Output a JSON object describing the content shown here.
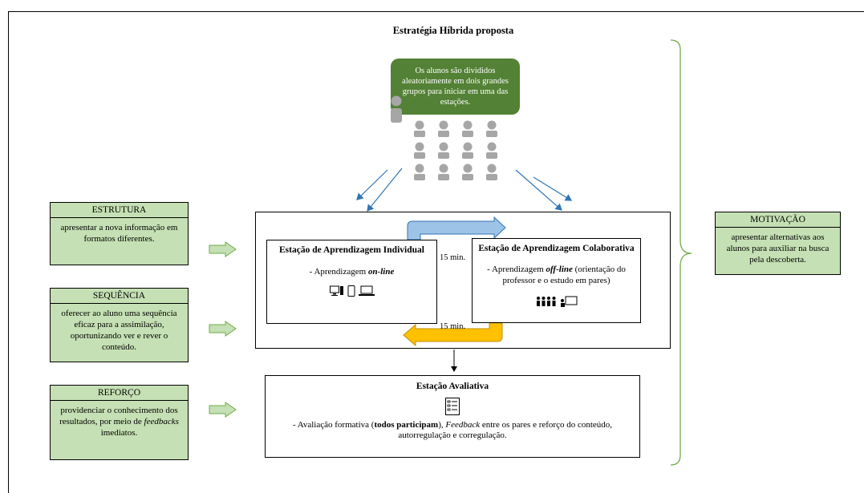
{
  "title": "Estratégia Híbrida proposta",
  "top_note": "Os alunos são divididos aleatoriamente em dois grandes grupos para iniciar em uma das estações.",
  "left_boxes": [
    {
      "header": "ESTRUTURA",
      "body": "apresentar a nova informação em formatos diferentes."
    },
    {
      "header": "SEQUÊNCIA",
      "body": "oferecer ao aluno uma sequência eficaz para a assimilação, oportunizando ver e rever o conteúdo."
    },
    {
      "header": "REFORÇO",
      "body_pre": "providenciar o conhecimento dos resultados, por meio de ",
      "body_em": "feedbacks",
      "body_post": " imediatos."
    }
  ],
  "right_box": {
    "header": "MOTIVAÇÃO",
    "body": "apresentar alternativas aos alunos para auxiliar na busca pela descoberta."
  },
  "individual": {
    "title": "Estação de Aprendizagem Individual",
    "line_pre": "- Aprendizagem ",
    "line_em": "on-line"
  },
  "colaborativa": {
    "title": "Estação de Aprendizagem Colaborativa",
    "line_pre": "- Aprendizagem ",
    "line_em": "off-line",
    "line_post": " (orientação do professor e o estudo em pares)"
  },
  "time_top": "15 min.",
  "time_bottom": "15 min.",
  "avaliativa": {
    "title": "Estação Avaliativa",
    "t1": "- Avaliação formativa (",
    "t2": "todos participam",
    "t3": "), ",
    "t4": "Feedback",
    "t5": " entre os pares e reforço do conteúdo, autorregulação e corregulação."
  },
  "colors": {
    "green_dark": "#538135",
    "green_light": "#c5e0b4",
    "arrow_blue": "#2e75b6",
    "cycle_blue": "#9dc3e6",
    "cycle_orange": "#ffc000",
    "person_gray": "#a6a6a6"
  }
}
